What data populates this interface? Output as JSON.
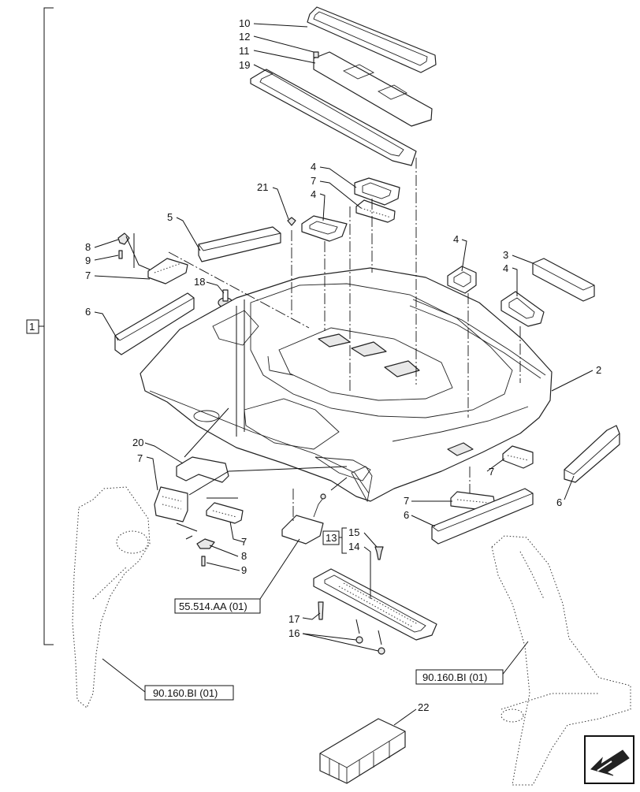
{
  "group_label": "1",
  "subgroup_label": "13",
  "callouts": {
    "c10": "10",
    "c12": "12",
    "c11": "11",
    "c19": "19",
    "c4a": "4",
    "c7a": "7",
    "c4b": "4",
    "c21": "21",
    "c5": "5",
    "c8a": "8",
    "c9a": "9",
    "c7b": "7",
    "c18": "18",
    "c6a": "6",
    "c4c": "4",
    "c3": "3",
    "c4d": "4",
    "c2": "2",
    "c20": "20",
    "c7c": "7",
    "c7d": "7",
    "c8b": "8",
    "c9b": "9",
    "c7e": "7",
    "c6b": "6",
    "c7f": "7",
    "c6c": "6",
    "c15": "15",
    "c14": "14",
    "c17": "17",
    "c16": "16",
    "c22": "22"
  },
  "references": {
    "ref_radio": "55.514.AA (01)",
    "ref_left": "90.160.BI (01)",
    "ref_right": "90.160.BI (01)"
  },
  "icons": {
    "nav": "arrow-down-left-icon"
  }
}
